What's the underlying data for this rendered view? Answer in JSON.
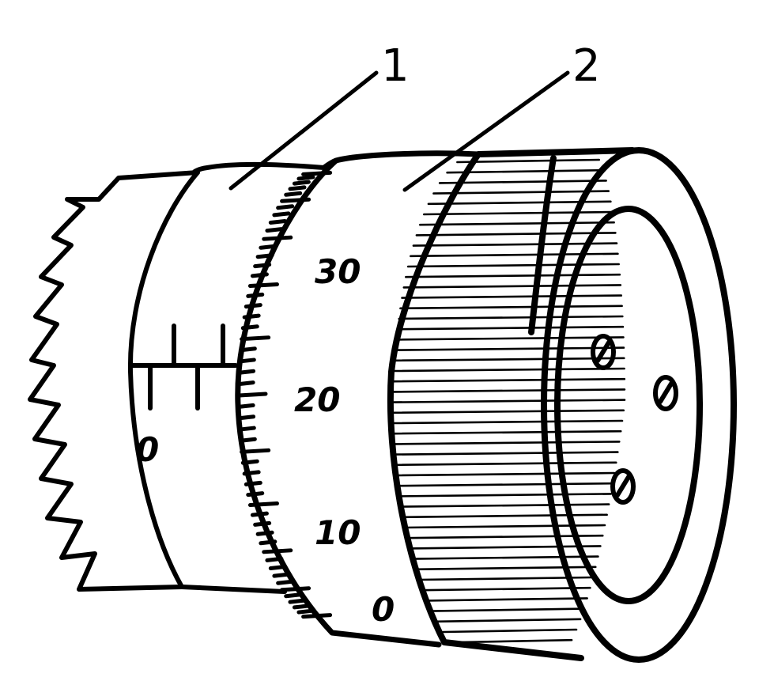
{
  "callouts": {
    "part_1": "1",
    "part_2": "2"
  },
  "sleeve_scale": {
    "zero": "0"
  },
  "thimble_scale": {
    "labels": [
      "30",
      "20",
      "10",
      "0"
    ]
  },
  "colors": {
    "ink": "#000000",
    "background": "#ffffff"
  }
}
